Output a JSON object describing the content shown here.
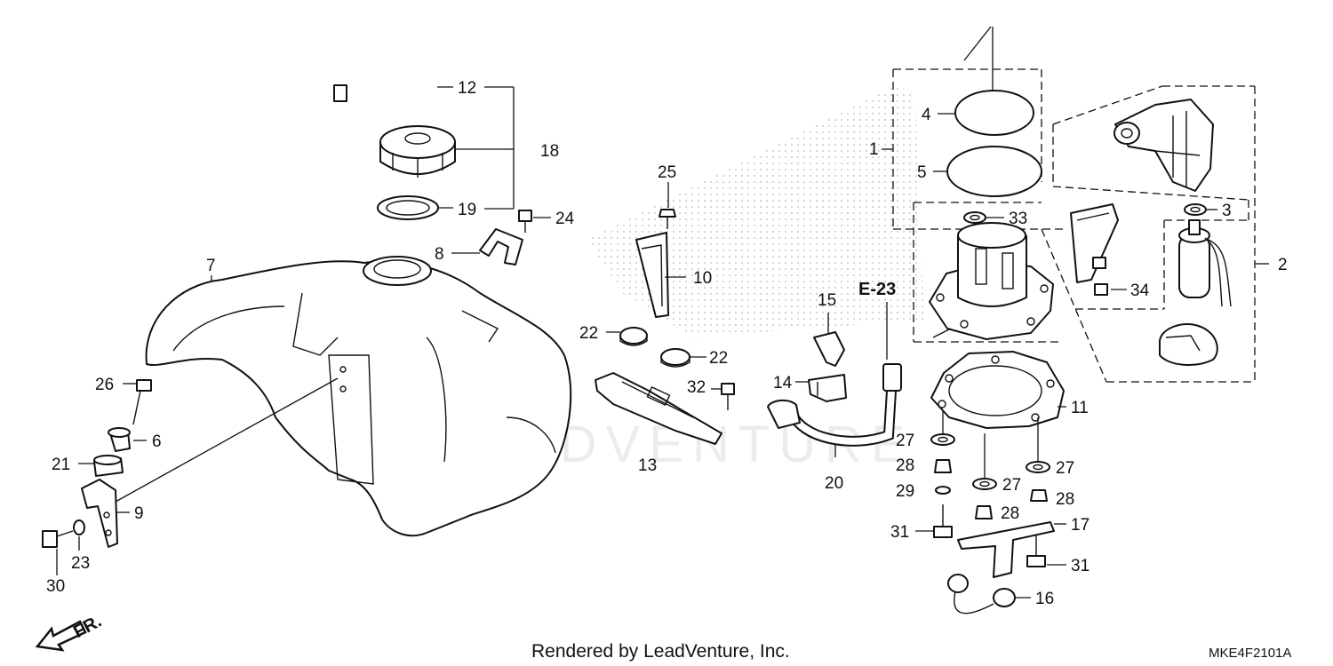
{
  "callouts": {
    "c1": "1",
    "c2": "2",
    "c3": "3",
    "c4": "4",
    "c5": "5",
    "c6": "6",
    "c7": "7",
    "c8": "8",
    "c9": "9",
    "c10": "10",
    "c11": "11",
    "c12": "12",
    "c13": "13",
    "c14": "14",
    "c15": "15",
    "c16": "16",
    "c17": "17",
    "c18": "18",
    "c19": "19",
    "c20": "20",
    "c21": "21",
    "c22a": "22",
    "c22b": "22",
    "c23": "23",
    "c24": "24",
    "c25": "25",
    "c26": "26",
    "c27a": "27",
    "c27b": "27",
    "c27c": "27",
    "c28a": "28",
    "c28b": "28",
    "c28c": "28",
    "c29": "29",
    "c30": "30",
    "c31a": "31",
    "c31b": "31",
    "c32": "32",
    "c33": "33",
    "c34": "34"
  },
  "reference": "E-23",
  "front_indicator": "FR.",
  "watermark": "LEADVENTURE",
  "footer_text": "Rendered by LeadVenture, Inc.",
  "diagram_code": "MKE4F2101A"
}
